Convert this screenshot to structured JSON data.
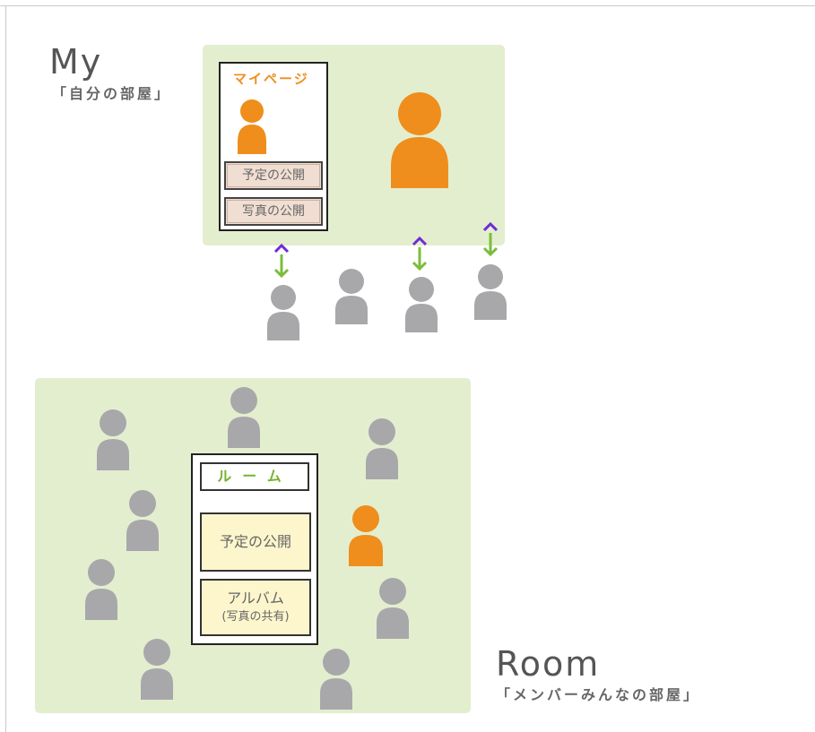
{
  "my_section": {
    "heading": "My",
    "subheading": "「自分の部屋」",
    "panel_color": "#e3eecf",
    "card": {
      "title": "マイページ",
      "title_color": "#ef8e1c",
      "buttons": [
        "予定の公開",
        "写真の公開"
      ]
    },
    "owner_color": "#ef8e1c",
    "arrow_up_color": "#6f2bd6",
    "arrow_down_color": "#7bbd3c"
  },
  "room_section": {
    "heading": "Room",
    "subheading": "「メンバーみんなの部屋」",
    "panel_color": "#e3eecf",
    "card": {
      "title": "ルーム",
      "title_color": "#78b332",
      "buttons": [
        {
          "line1": "予定の公開"
        },
        {
          "line1": "アルバム",
          "line2": "(写真の共有)"
        }
      ]
    },
    "member_color": "#ef8e1c"
  },
  "icons": {
    "person": "person-icon",
    "arrow": "bidirectional-arrow-icon"
  },
  "colors": {
    "guest": "#a8a8ab",
    "accent_orange": "#ef8e1c",
    "accent_green": "#78b332",
    "arrow_purple": "#6f2bd6"
  }
}
